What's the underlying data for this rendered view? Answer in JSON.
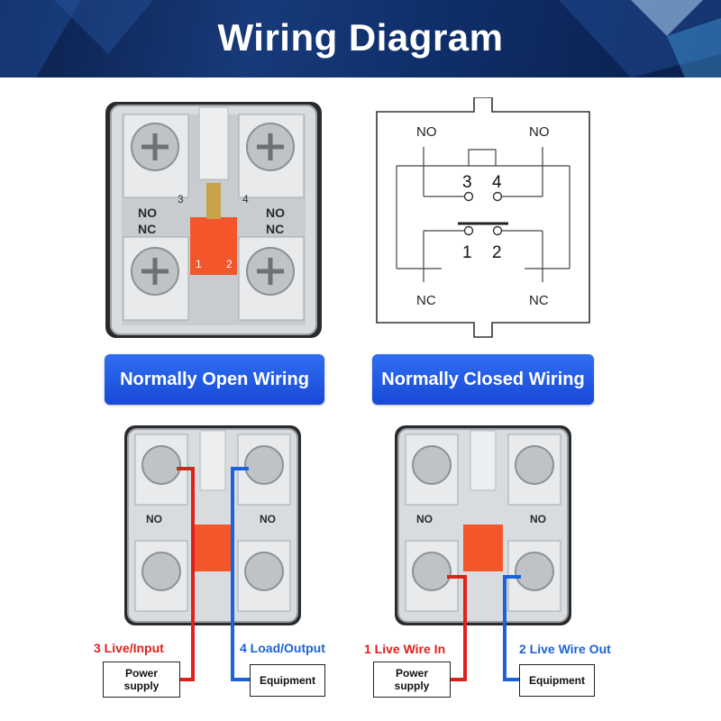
{
  "header": {
    "title": "Wiring Diagram"
  },
  "schematic": {
    "no_left": "NO",
    "no_right": "NO",
    "nc_left": "NC",
    "nc_right": "NC",
    "t3": "3",
    "t4": "4",
    "t1": "1",
    "t2": "2"
  },
  "buttons": {
    "normally_open": "Normally Open Wiring",
    "normally_closed": "Normally Closed Wiring"
  },
  "photo_labels": {
    "no": "NO",
    "nc": "NC",
    "t1": "1",
    "t2": "2",
    "t3": "3",
    "t4": "4"
  },
  "open_wiring": {
    "left_label": "3 Live/Input",
    "right_label": "4 Load/Output",
    "left_box": "Power\nsupply",
    "right_box": "Equipment"
  },
  "closed_wiring": {
    "left_label": "1 Live Wire In",
    "right_label": "2 Live Wire Out",
    "left_box": "Power\nsupply",
    "right_box": "Equipment"
  },
  "colors": {
    "live": "#e0201c",
    "load": "#1a63d8",
    "accent": "#1848d8",
    "header": "#0f2f6a",
    "actuator": "#f2562a"
  }
}
